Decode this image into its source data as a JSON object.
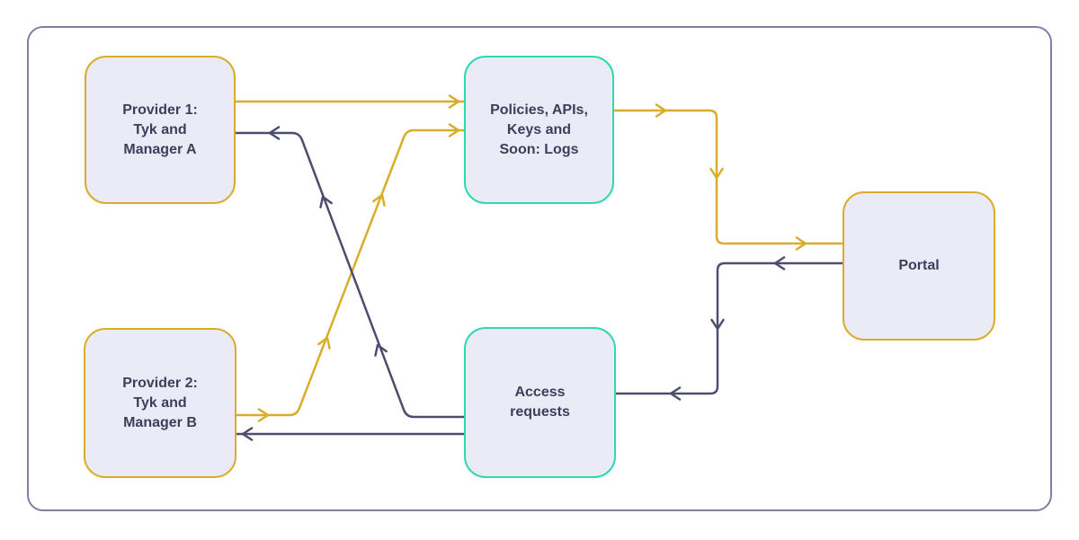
{
  "diagram": {
    "title": "Tyk multi-provider portal flow diagram",
    "colors": {
      "provider_edge_yellow": "#D9AD29",
      "request_edge_navy": "#4D4D6D",
      "teal_node_border": "#2ED9AC",
      "yellow_node_border": "#D9AD29",
      "node_fill": "#EBEBF7",
      "frame_border": "#7F7FA4",
      "label_text": "#3E3E5B"
    },
    "nodes": [
      {
        "id": "provider-1",
        "lines": [
          "Provider 1:",
          "Tyk and",
          "Manager A"
        ],
        "border_color": "#D9AD29"
      },
      {
        "id": "provider-2",
        "lines": [
          "Provider 2:",
          "Tyk and",
          "Manager B"
        ],
        "border_color": "#D9AD29"
      },
      {
        "id": "policies",
        "lines": [
          "Policies, APIs,",
          "Keys and",
          "Soon: Logs"
        ],
        "border_color": "#2ED9AC"
      },
      {
        "id": "access-requests",
        "lines": [
          "Access",
          "requests"
        ],
        "border_color": "#2ED9AC"
      },
      {
        "id": "portal",
        "lines": [
          "Portal"
        ],
        "border_color": "#D9AD29"
      }
    ],
    "edges": [
      {
        "from": "provider-1",
        "to": "policies",
        "color": "#D9AD29"
      },
      {
        "from": "provider-2",
        "to": "policies",
        "color": "#D9AD29"
      },
      {
        "from": "policies",
        "to": "portal",
        "color": "#D9AD29"
      },
      {
        "from": "portal",
        "to": "access-requests",
        "color": "#4D4D6D"
      },
      {
        "from": "access-requests",
        "to": "provider-1",
        "color": "#4D4D6D"
      },
      {
        "from": "access-requests",
        "to": "provider-2",
        "color": "#4D4D6D"
      }
    ]
  }
}
